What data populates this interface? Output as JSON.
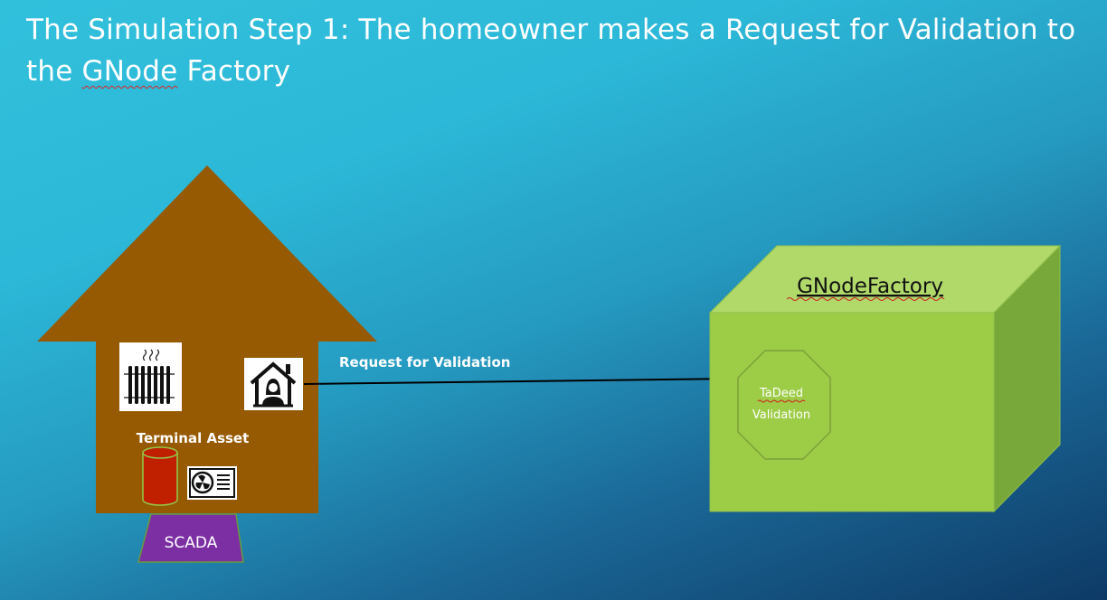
{
  "slide": {
    "title_part1": "The Simulation Step 1: The homeowner makes a Request for Validation to the ",
    "title_squiggle": "GNode",
    "title_part2": " Factory"
  },
  "house": {
    "terminal_asset_label": "Terminal Asset",
    "scada_label": "SCADA",
    "icons": [
      "radiator-icon",
      "homeowner-icon",
      "water-tank-icon",
      "heat-pump-icon"
    ],
    "colors": {
      "house": "#965a02",
      "scada": "#7b2fa3",
      "tank": "#c02000"
    }
  },
  "arrow": {
    "label": "Request for Validation"
  },
  "factory": {
    "title": "GNodeFactory",
    "octagon_line1": "TaDeed",
    "octagon_line2": "Validation",
    "colors": {
      "front": "#9dcc47",
      "top": "#b0d96a",
      "side": "#79a83a"
    }
  }
}
